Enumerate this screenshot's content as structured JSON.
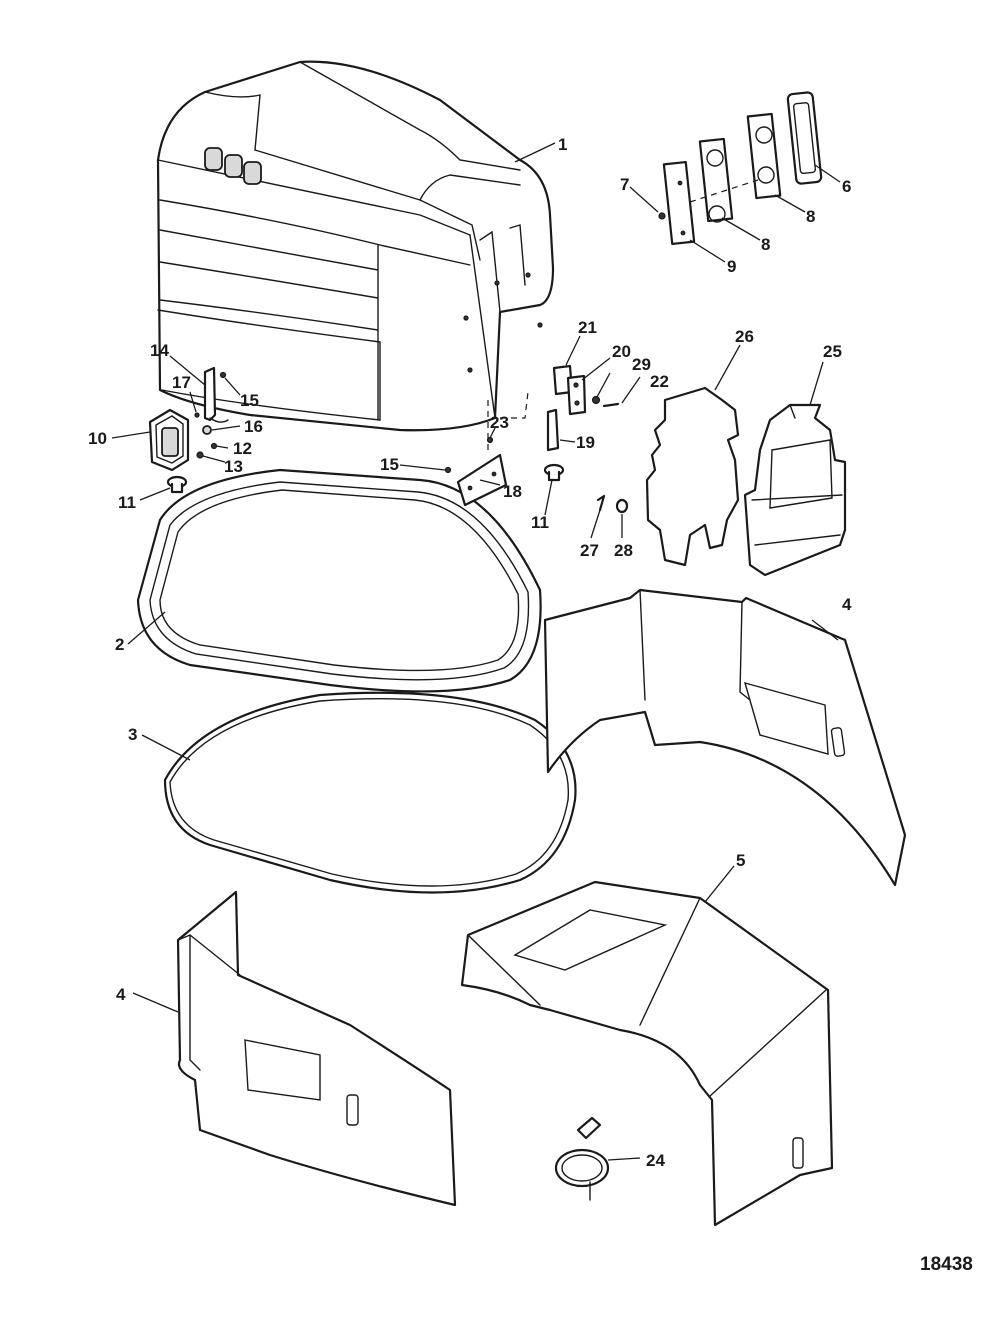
{
  "figure_number": "18438",
  "callouts": {
    "c1": "1",
    "c2": "2",
    "c3": "3",
    "c4a": "4",
    "c4b": "4",
    "c5": "5",
    "c6": "6",
    "c7": "7",
    "c8a": "8",
    "c8b": "8",
    "c9": "9",
    "c10": "10",
    "c11a": "11",
    "c11b": "11",
    "c12": "12",
    "c13": "13",
    "c14": "14",
    "c15a": "15",
    "c15b": "15",
    "c16": "16",
    "c17": "17",
    "c18": "18",
    "c19": "19",
    "c20": "20",
    "c21": "21",
    "c22": "22",
    "c23": "23",
    "c24": "24",
    "c25": "25",
    "c26": "26",
    "c27": "27",
    "c28": "28",
    "c29": "29"
  }
}
